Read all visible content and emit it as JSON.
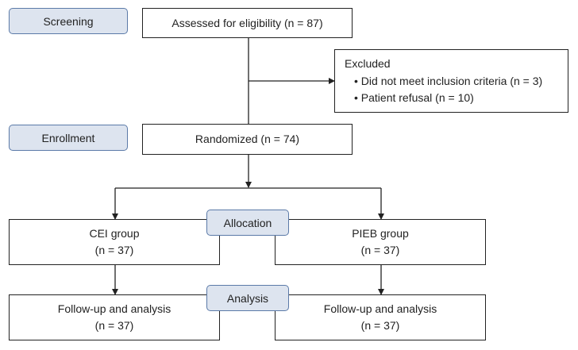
{
  "stages": {
    "screening": "Screening",
    "enrollment": "Enrollment",
    "allocation": "Allocation",
    "analysis": "Analysis"
  },
  "boxes": {
    "assessed": "Assessed for eligibility (n = 87)",
    "excluded": {
      "title": "Excluded",
      "items": [
        "• Did not meet inclusion criteria (n = 3)",
        "• Patient refusal (n = 10)"
      ]
    },
    "randomized": "Randomized (n = 74)",
    "cei_group": {
      "label": "CEI group",
      "n": "(n = 37)"
    },
    "pieb_group": {
      "label": "PIEB group",
      "n": "(n = 37)"
    },
    "cei_followup": {
      "label": "Follow-up and analysis",
      "n": "(n = 37)"
    },
    "pieb_followup": {
      "label": "Follow-up and analysis",
      "n": "(n = 37)"
    }
  },
  "colors": {
    "stage_fill": "#dde4ef",
    "stage_border": "#5b7aa8",
    "line": "#222222"
  }
}
